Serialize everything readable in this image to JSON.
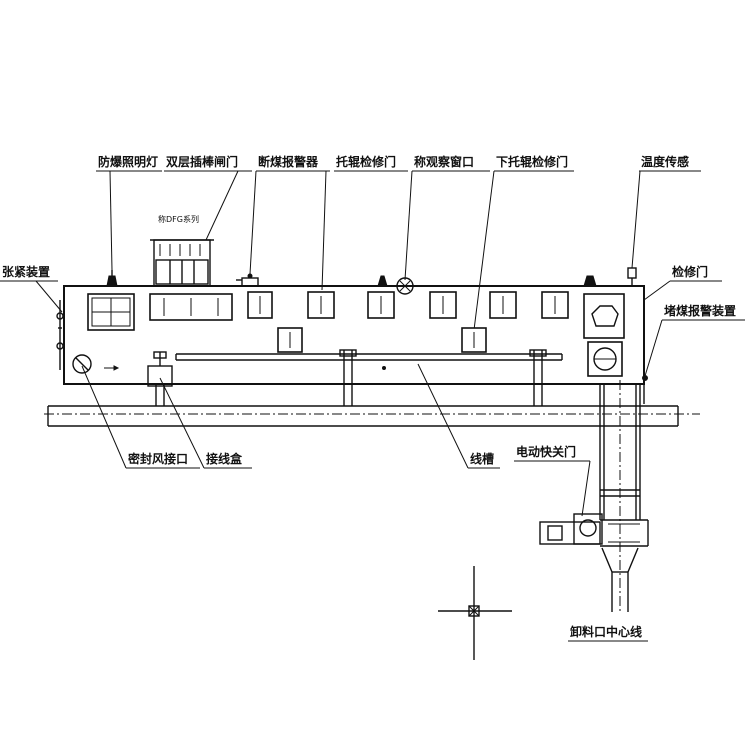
{
  "labels": {
    "explosion_proof_light": "防爆照明灯",
    "double_gate": "双层插棒闸门",
    "coal_break_alarm": "断煤报警器",
    "idler_inspection_door": "托辊检修门",
    "weighing_window": "称观察窗口",
    "lower_idler_door": "下托辊检修门",
    "temp_sensor": "温度传感",
    "tension_device": "张紧装置",
    "inspection_door": "检修门",
    "blockage_alarm": "堵煤报警装置",
    "seal_air_inlet": "密封风接口",
    "junction_box": "接线盒",
    "cable_trough": "线槽",
    "electric_gate": "电动快关门",
    "discharge_centerline": "卸料口中心线"
  },
  "gate_plate_text": "称DFG系列"
}
